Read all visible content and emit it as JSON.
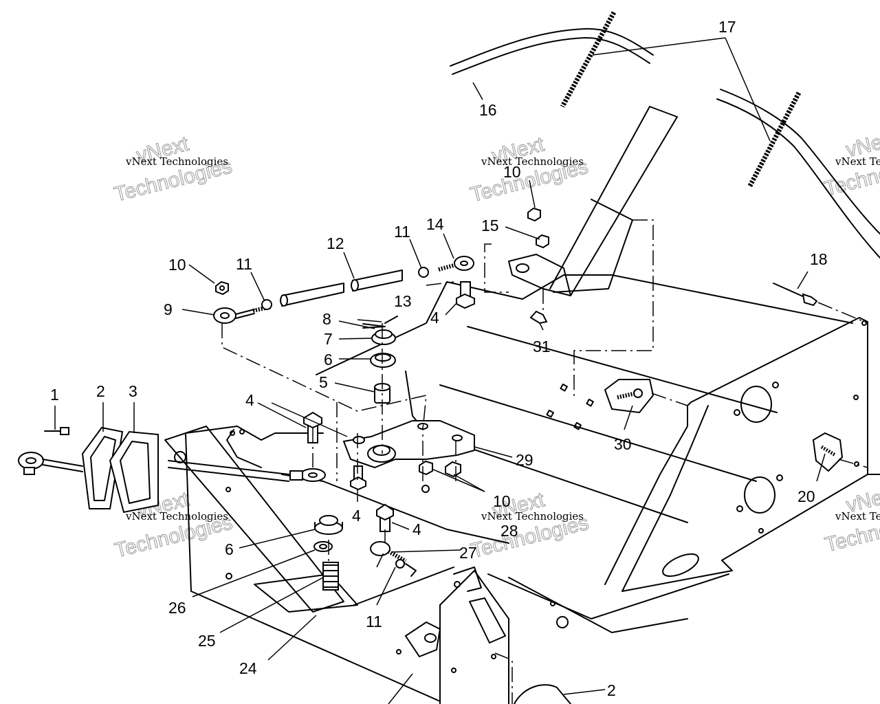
{
  "diagram": {
    "callouts": [
      {
        "id": "c1",
        "text": "1"
      },
      {
        "id": "c2",
        "text": "2"
      },
      {
        "id": "c3",
        "text": "3"
      },
      {
        "id": "c4a",
        "text": "4"
      },
      {
        "id": "c4b",
        "text": "4"
      },
      {
        "id": "c4c",
        "text": "4"
      },
      {
        "id": "c4d",
        "text": "4"
      },
      {
        "id": "c5",
        "text": "5"
      },
      {
        "id": "c6a",
        "text": "6"
      },
      {
        "id": "c6b",
        "text": "6"
      },
      {
        "id": "c7",
        "text": "7"
      },
      {
        "id": "c8",
        "text": "8"
      },
      {
        "id": "c9",
        "text": "9"
      },
      {
        "id": "c10a",
        "text": "10"
      },
      {
        "id": "c10b",
        "text": "10"
      },
      {
        "id": "c10c",
        "text": "10"
      },
      {
        "id": "c11a",
        "text": "11"
      },
      {
        "id": "c11b",
        "text": "11"
      },
      {
        "id": "c11c",
        "text": "11"
      },
      {
        "id": "c12",
        "text": "12"
      },
      {
        "id": "c13",
        "text": "13"
      },
      {
        "id": "c14",
        "text": "14"
      },
      {
        "id": "c15",
        "text": "15"
      },
      {
        "id": "c16",
        "text": "16"
      },
      {
        "id": "c17",
        "text": "17"
      },
      {
        "id": "c18",
        "text": "18"
      },
      {
        "id": "c20",
        "text": "20"
      },
      {
        "id": "c24",
        "text": "24"
      },
      {
        "id": "c25",
        "text": "25"
      },
      {
        "id": "c26",
        "text": "26"
      },
      {
        "id": "c27",
        "text": "27"
      },
      {
        "id": "c28",
        "text": "28"
      },
      {
        "id": "c29",
        "text": "29"
      },
      {
        "id": "c30",
        "text": "30"
      },
      {
        "id": "c31",
        "text": "31"
      },
      {
        "id": "c2b",
        "text": "2"
      }
    ]
  },
  "watermark": {
    "line1": "vNext Technologies",
    "line2": "vNext",
    "line3": "Technologies"
  }
}
